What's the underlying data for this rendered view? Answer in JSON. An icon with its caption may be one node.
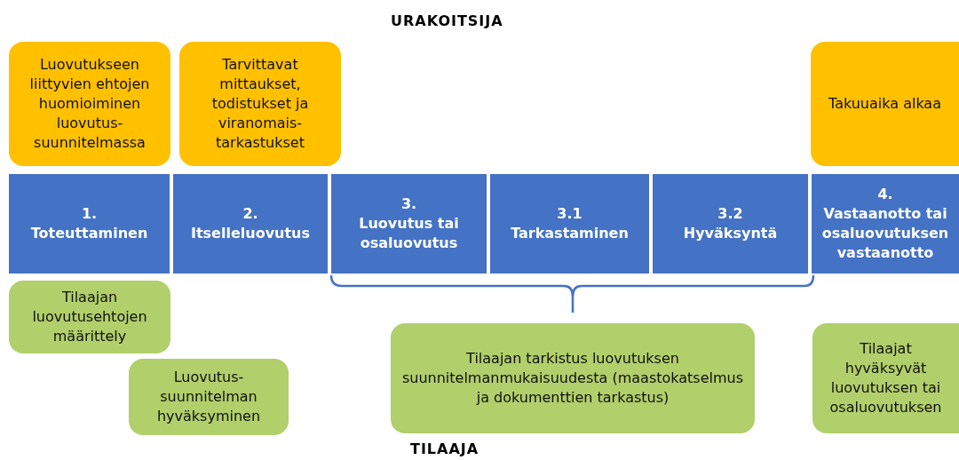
{
  "diagram": {
    "nodes": [
      {
        "text": [
          "Luovutukseen liittyvien ehtojen huomioiminen luovutus-suunnitelmassa"
        ]
      },
      {
        "text": [
          "Tarvittavat mittaukset, todistukset ja viranomais-tarkastukset"
        ]
      },
      {
        "text": [
          "Takuuaika alkaa"
        ]
      },
      {
        "text": [
          "1.",
          "Toteuttaminen"
        ]
      },
      {
        "text": [
          "2.",
          "Itselleluovutus"
        ]
      },
      {
        "text": [
          "3.",
          "Luovutus tai osaluovutus"
        ]
      },
      {
        "text": [
          "3.1",
          "Tarkastaminen"
        ]
      },
      {
        "text": [
          "3.2",
          "Hyväksyntä"
        ]
      },
      {
        "text": [
          "4.",
          "Vastaanotto tai osaluovutuksen vastaanotto"
        ]
      },
      {
        "text": [
          "Tilaajan luovutusehtojen määrittely"
        ]
      },
      {
        "text": [
          "Luovutus-suunnitelman hyväksyminen"
        ]
      },
      {
        "text": [
          "Tilaajan tarkistus luovutuksen suunnitelmanmukaisuudesta (maastokatselmus ja dokumenttien tarkastus)"
        ]
      },
      {
        "text": [
          "Tilaajat hyväksyvät luovutuksen tai osaluovutuksen"
        ]
      }
    ],
    "edges": [],
    "labels": [
      "URAKOITSIJA",
      "TILAAJA"
    ]
  }
}
